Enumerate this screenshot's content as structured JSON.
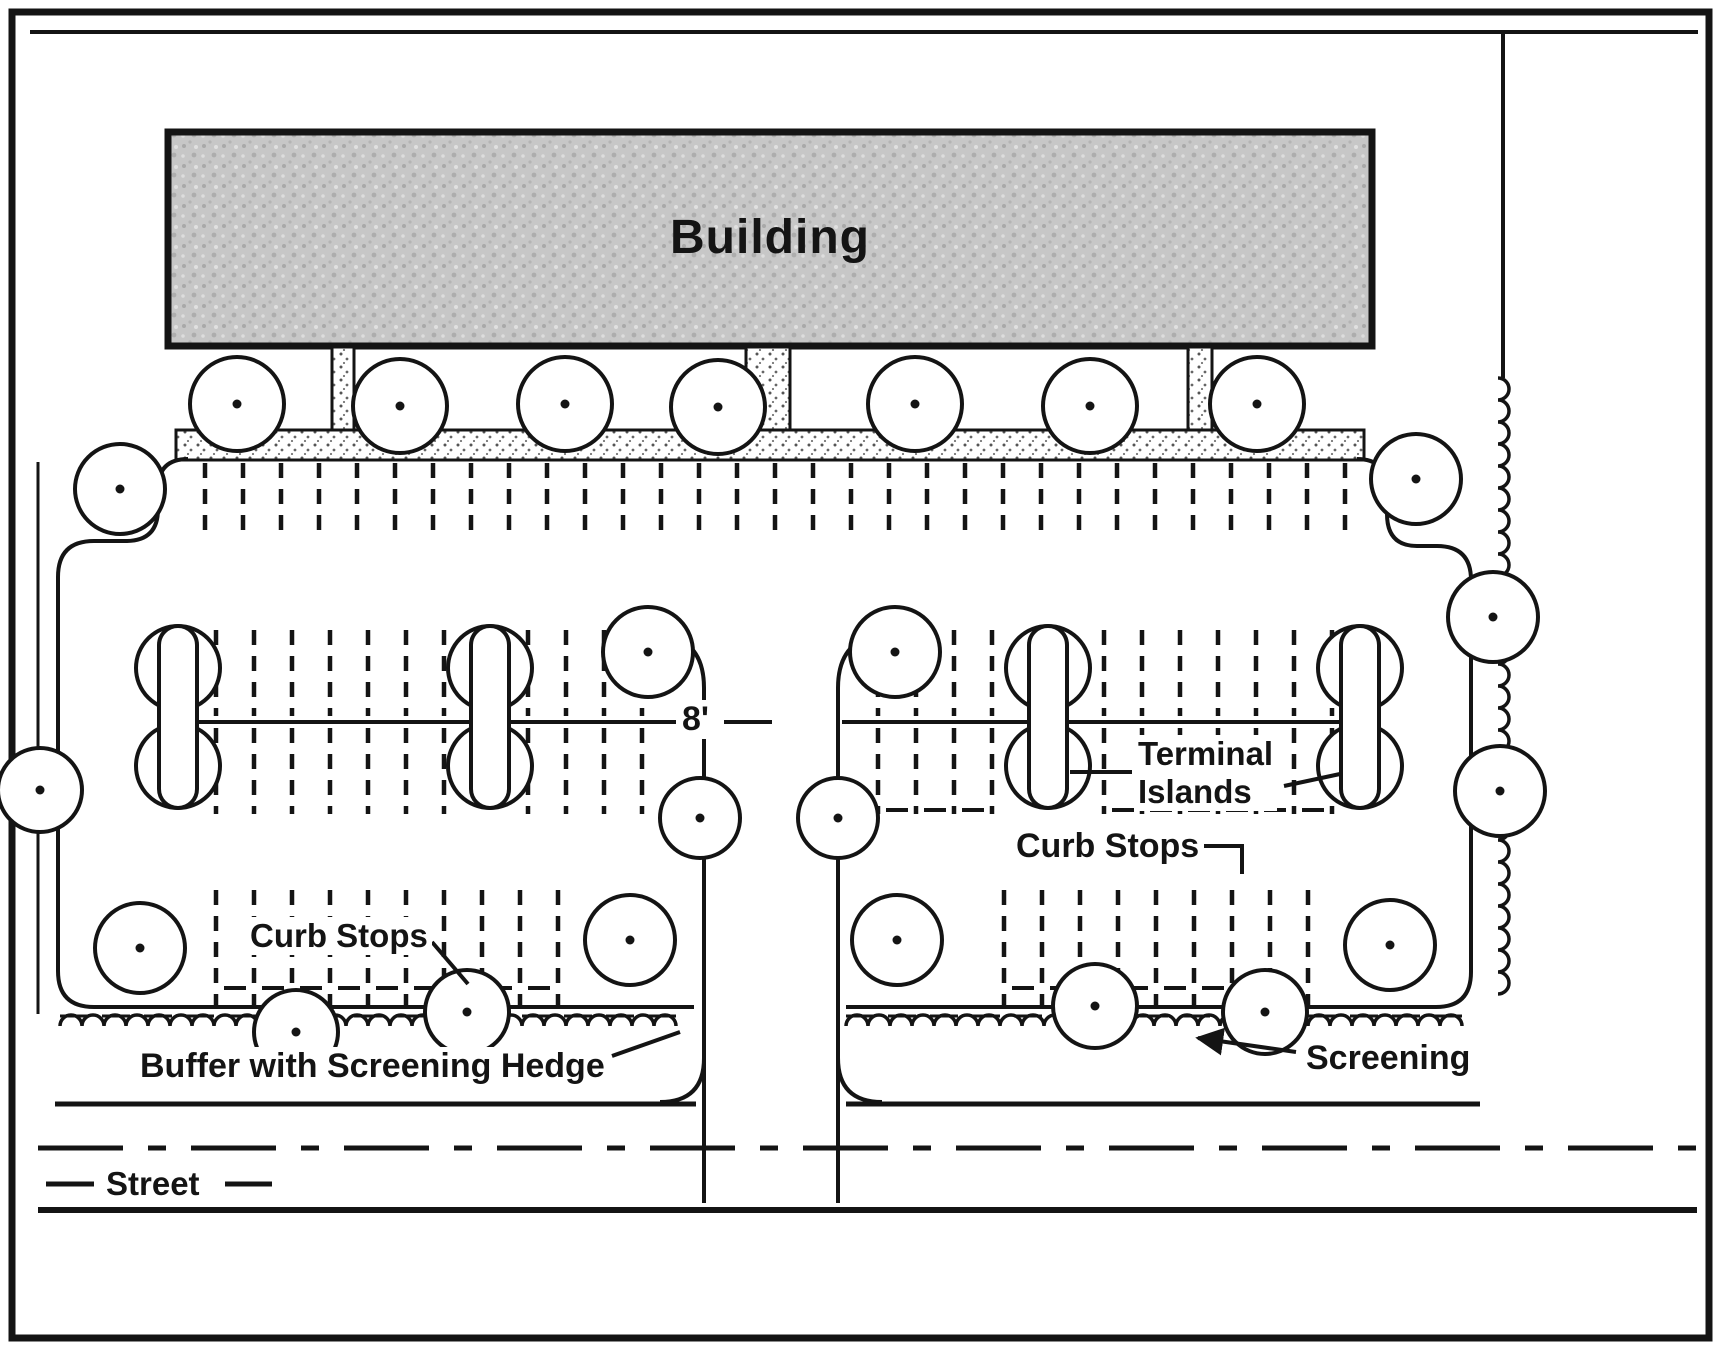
{
  "labels": {
    "building": "Building",
    "island_width": "8'",
    "terminal_islands_line1": "Terminal",
    "terminal_islands_line2": "Islands",
    "curb_stops_left": "Curb Stops",
    "curb_stops_right": "Curb Stops",
    "buffer": "Buffer with Screening Hedge",
    "screening": "Screening",
    "street": "Street"
  },
  "colors": {
    "ink": "#141414",
    "paper": "#ffffff",
    "building_fill": "#c7c7c7"
  }
}
